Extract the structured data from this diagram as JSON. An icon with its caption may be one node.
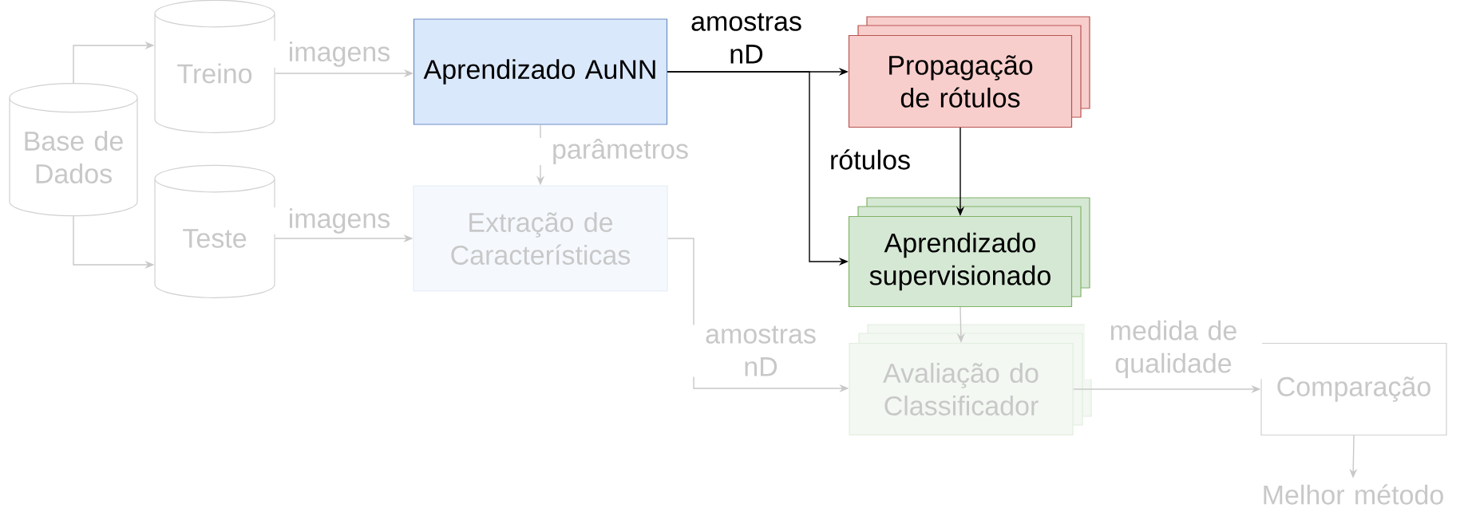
{
  "diagram": {
    "nodes": [
      {
        "text": [
          "Base de Dados"
        ]
      },
      {
        "text": [
          "Treino"
        ]
      },
      {
        "text": [
          "Teste"
        ]
      },
      {
        "text": [
          "Aprendizado AuNN"
        ]
      },
      {
        "text": [
          "Extração de Características"
        ]
      },
      {
        "text": [
          "Propagação de rótulos"
        ]
      },
      {
        "text": [
          "Aprendizado supervisionado"
        ]
      },
      {
        "text": [
          "Avaliação do Classificador"
        ]
      },
      {
        "text": [
          "Comparação"
        ]
      },
      {
        "text": [
          "Melhor método"
        ]
      }
    ],
    "edges": [
      {
        "from": 0,
        "to": 1,
        "arrow": "to"
      },
      {
        "from": 0,
        "to": 2,
        "arrow": "to"
      },
      {
        "from": 1,
        "to": 3,
        "arrow": "to",
        "label": "imagens"
      },
      {
        "from": 2,
        "to": 4,
        "arrow": "to",
        "label": "imagens"
      },
      {
        "from": 3,
        "to": 4,
        "arrow": "to",
        "label": "parâmetros"
      },
      {
        "from": 3,
        "to": 5,
        "arrow": "to",
        "label": "amostras nD",
        "color": "#000000"
      },
      {
        "from": 3,
        "to": 6,
        "arrow": "to",
        "color": "#000000"
      },
      {
        "from": 5,
        "to": 6,
        "arrow": "to",
        "label": "rótulos",
        "color": "#000000"
      },
      {
        "from": 6,
        "to": 7,
        "arrow": "to"
      },
      {
        "from": 4,
        "to": 7,
        "arrow": "to",
        "label": "amostras nD"
      },
      {
        "from": 7,
        "to": 8,
        "arrow": "to",
        "label": "medida de qualidade"
      },
      {
        "from": 8,
        "to": 9,
        "arrow": "to"
      }
    ]
  }
}
